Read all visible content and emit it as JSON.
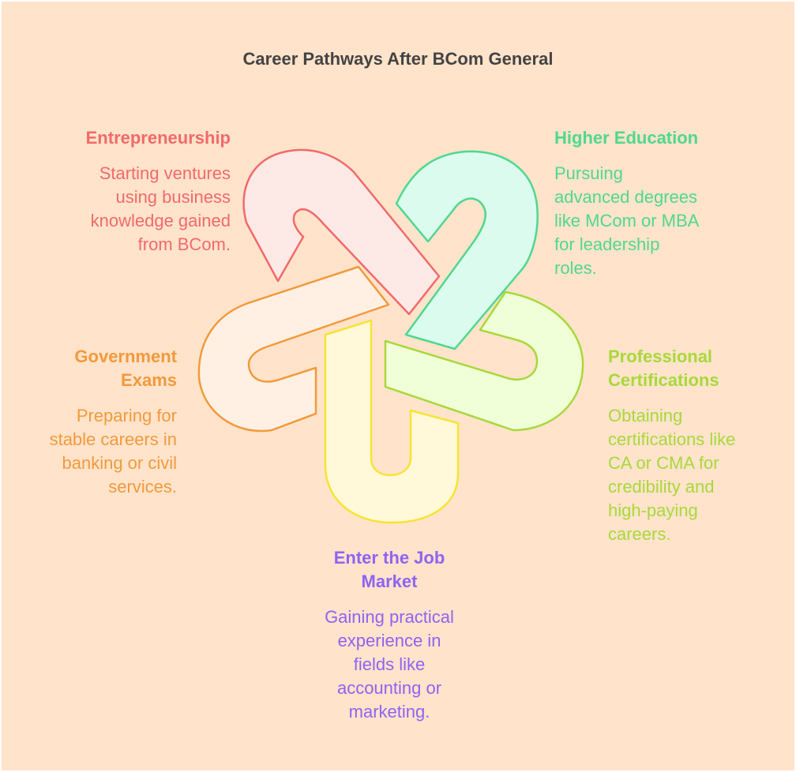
{
  "title": "Career Pathways After BCom General",
  "colors": {
    "background": "#ffe3cb",
    "entrepreneurship": "#f26a6a",
    "higher_education": "#4fd88e",
    "professional_certifications": "#a7d93a",
    "job_market": "#8e63f2",
    "government_exams": "#f39a3b"
  },
  "pathways": {
    "entrepreneurship": {
      "heading": "Entrepreneurship",
      "desc": [
        "Starting ventures",
        "using business",
        "knowledge gained",
        "from BCom."
      ]
    },
    "higher_education": {
      "heading": "Higher Education",
      "desc": [
        "Pursuing",
        "advanced degrees",
        "like MCom or MBA",
        "for leadership",
        "roles."
      ]
    },
    "professional_certifications": {
      "heading": [
        "Professional",
        "Certifications"
      ],
      "desc": [
        "Obtaining",
        "certifications like",
        "CA or CMA for",
        "credibility and",
        "high-paying",
        "careers."
      ]
    },
    "job_market": {
      "heading": [
        "Enter the Job",
        "Market"
      ],
      "desc": [
        "Gaining practical",
        "experience in",
        "fields like",
        "accounting or",
        "marketing."
      ]
    },
    "government_exams": {
      "heading": [
        "Government",
        "Exams"
      ],
      "desc": [
        "Preparing for",
        "stable careers in",
        "banking or civil",
        "services."
      ]
    }
  }
}
